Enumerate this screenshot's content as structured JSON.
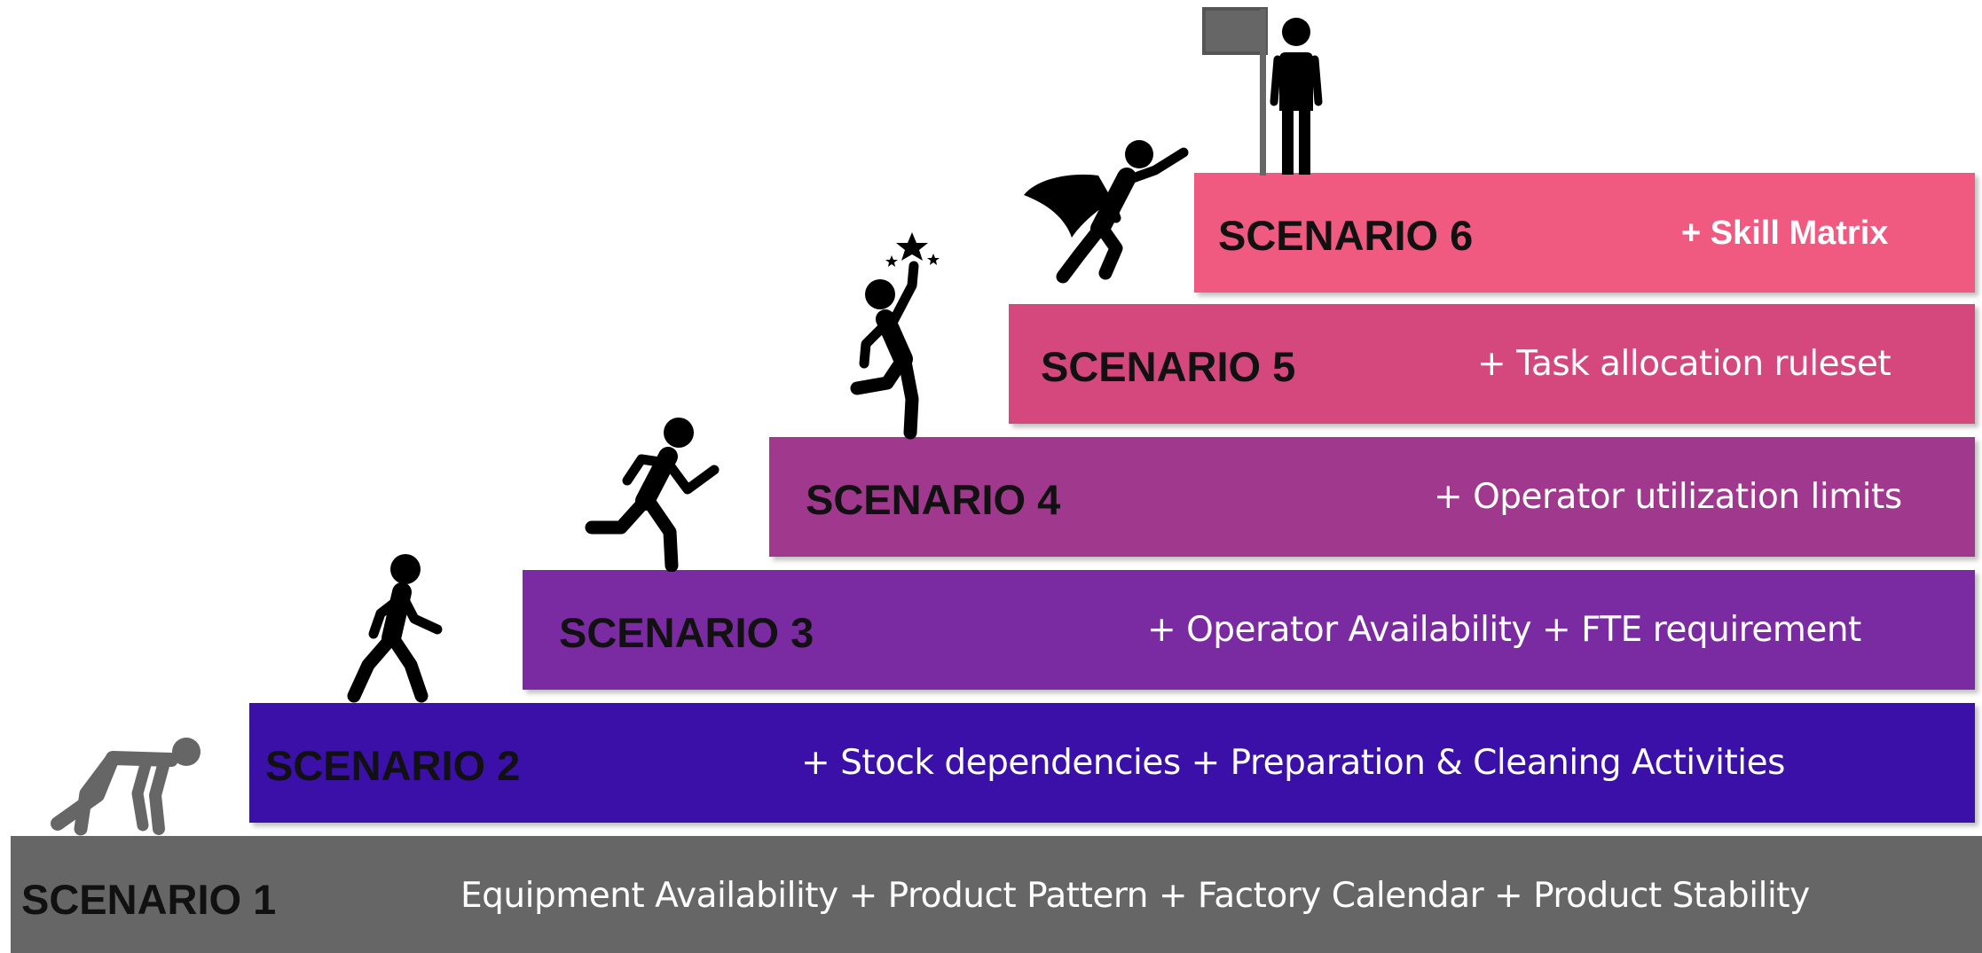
{
  "steps": [
    {
      "name": "SCENARIO 1",
      "desc": "Equipment Availability + Product Pattern + Factory Calendar + Product Stability",
      "color": "#666666"
    },
    {
      "name": "SCENARIO 2",
      "desc": "+ Stock dependencies + Preparation & Cleaning Activities",
      "color": "#3a10a8"
    },
    {
      "name": "SCENARIO 3",
      "desc": "+ Operator Availability + FTE requirement",
      "color": "#7b2ba1"
    },
    {
      "name": "SCENARIO 4",
      "desc": "+ Operator utilization limits",
      "color": "#a0388e"
    },
    {
      "name": "SCENARIO 5",
      "desc": "+ Task allocation ruleset",
      "color": "#d4487e"
    },
    {
      "name": "SCENARIO 6",
      "desc": "+ Skill Matrix",
      "color": "#f05a80"
    }
  ],
  "icons": {
    "s1": "crouching-person-icon",
    "s2": "walking-person-icon",
    "s3": "running-person-icon",
    "s4": "reaching-star-person-icon",
    "s5": "superhero-flying-icon",
    "s6": "person-with-flag-icon"
  }
}
